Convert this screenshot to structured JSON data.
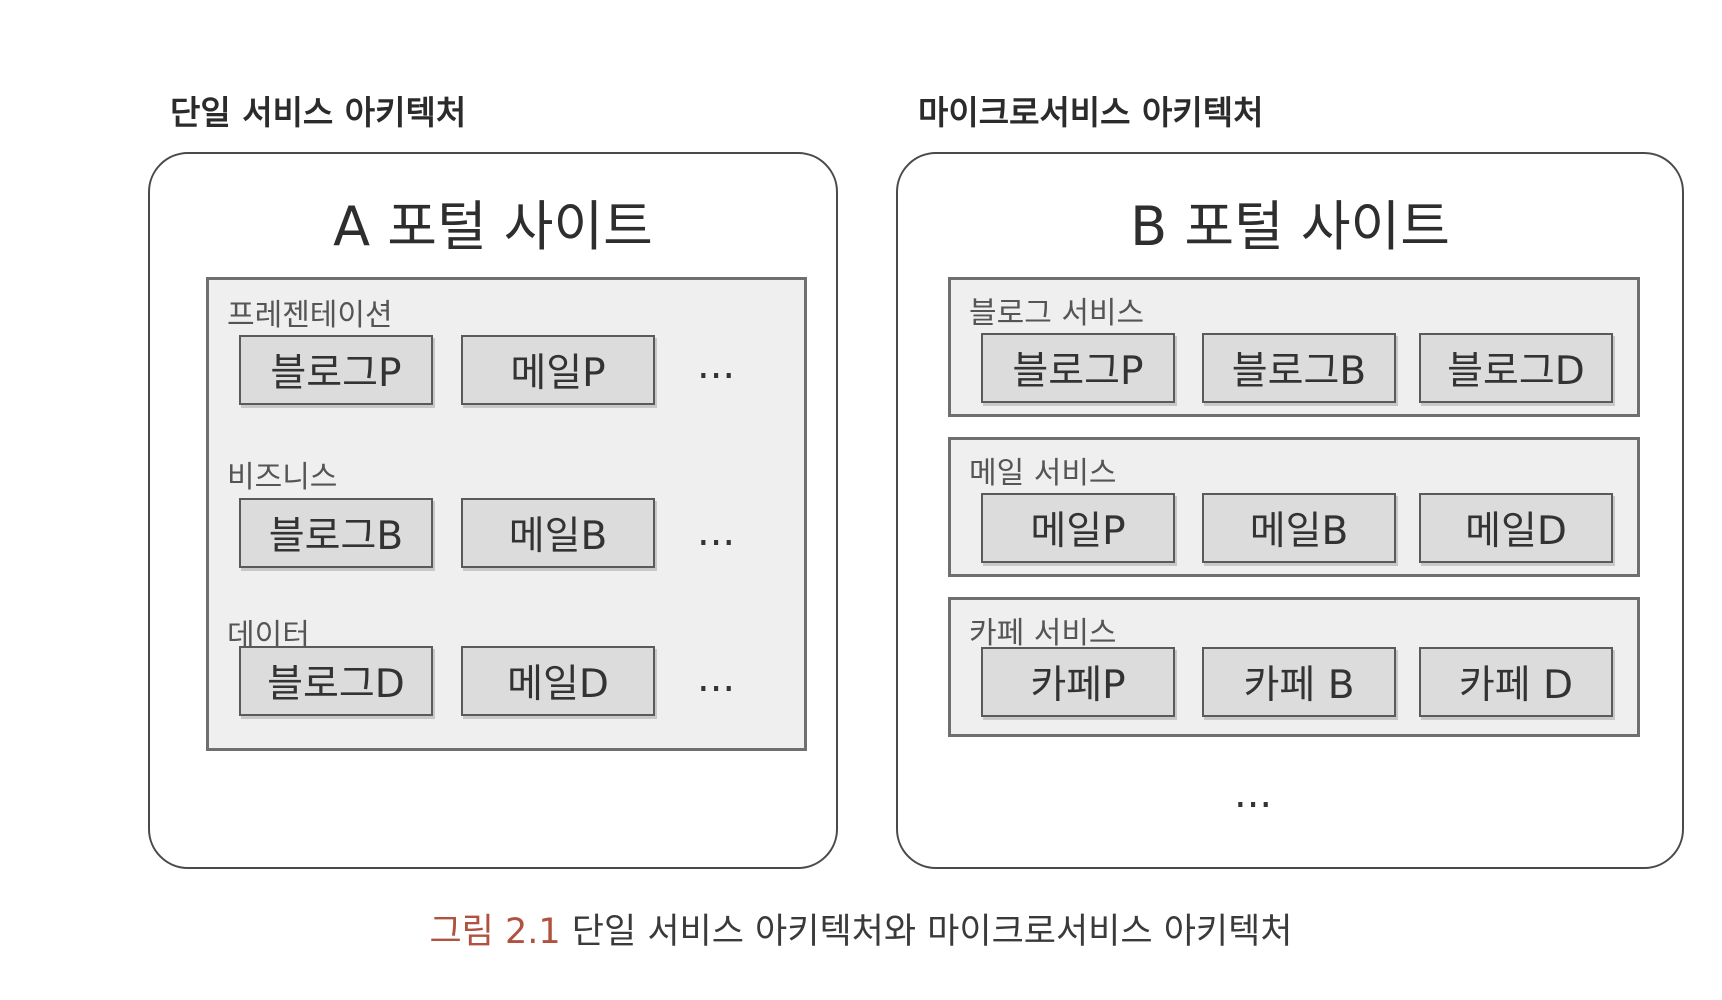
{
  "headings": {
    "monolith": "단일 서비스 아키텍처",
    "microservice": "마이크로서비스 아키텍처"
  },
  "monolith_panel": {
    "title": "A 포털 사이트",
    "layers": [
      {
        "label": "프레젠테이션",
        "modules": [
          "블로그P",
          "메일P"
        ],
        "ellipsis": "..."
      },
      {
        "label": "비즈니스",
        "modules": [
          "블로그B",
          "메일B"
        ],
        "ellipsis": "..."
      },
      {
        "label": "데이터",
        "modules": [
          "블로그D",
          "메일D"
        ],
        "ellipsis": "..."
      }
    ]
  },
  "microservice_panel": {
    "title": "B 포털 사이트",
    "services": [
      {
        "label": "블로그 서비스",
        "modules": [
          "블로그P",
          "블로그B",
          "블로그D"
        ]
      },
      {
        "label": "메일 서비스",
        "modules": [
          "메일P",
          "메일B",
          "메일D"
        ]
      },
      {
        "label": "카페 서비스",
        "modules": [
          "카페P",
          "카페 B",
          "카페 D"
        ]
      }
    ],
    "ellipsis": "..."
  },
  "caption": {
    "label": "그림 2.1",
    "text": "단일 서비스 아키텍처와 마이크로서비스 아키텍처"
  },
  "colors": {
    "caption_label": "#b0523f",
    "group_fill": "#efefef",
    "module_fill": "#dcdcdc"
  }
}
